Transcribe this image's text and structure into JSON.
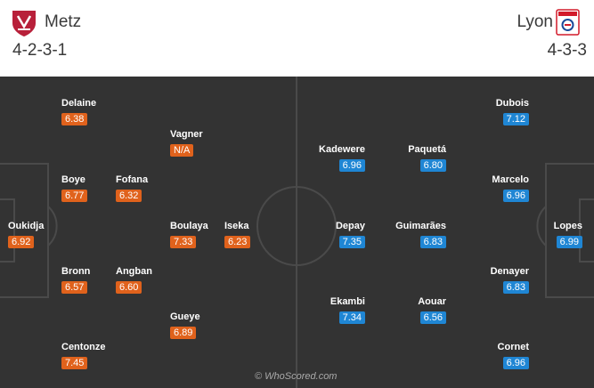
{
  "home": {
    "name": "Metz",
    "formation": "4-2-3-1",
    "crest_icon": "metz-crest-icon",
    "color": "#e0621c",
    "players": [
      {
        "name": "Oukidja",
        "rating": "6.92"
      },
      {
        "name": "Delaine",
        "rating": "6.38"
      },
      {
        "name": "Boye",
        "rating": "6.77"
      },
      {
        "name": "Bronn",
        "rating": "6.57"
      },
      {
        "name": "Centonze",
        "rating": "7.45"
      },
      {
        "name": "Fofana",
        "rating": "6.32"
      },
      {
        "name": "Angban",
        "rating": "6.60"
      },
      {
        "name": "Vagner",
        "rating": "N/A"
      },
      {
        "name": "Boulaya",
        "rating": "7.33"
      },
      {
        "name": "Gueye",
        "rating": "6.89"
      },
      {
        "name": "Iseka",
        "rating": "6.23"
      }
    ]
  },
  "away": {
    "name": "Lyon",
    "formation": "4-3-3",
    "crest_icon": "lyon-crest-icon",
    "color": "#1f86d4",
    "players": [
      {
        "name": "Lopes",
        "rating": "6.99"
      },
      {
        "name": "Dubois",
        "rating": "7.12"
      },
      {
        "name": "Marcelo",
        "rating": "6.96"
      },
      {
        "name": "Denayer",
        "rating": "6.83"
      },
      {
        "name": "Cornet",
        "rating": "6.96"
      },
      {
        "name": "Paquetá",
        "rating": "6.80"
      },
      {
        "name": "Guimarães",
        "rating": "6.83"
      },
      {
        "name": "Aouar",
        "rating": "6.56"
      },
      {
        "name": "Kadewere",
        "rating": "6.96"
      },
      {
        "name": "Depay",
        "rating": "7.35"
      },
      {
        "name": "Ekambi",
        "rating": "7.34"
      }
    ]
  },
  "pitch": {
    "background": "#333333",
    "line_color": "#4a4a4a"
  },
  "watermark": "© WhoScored.com"
}
